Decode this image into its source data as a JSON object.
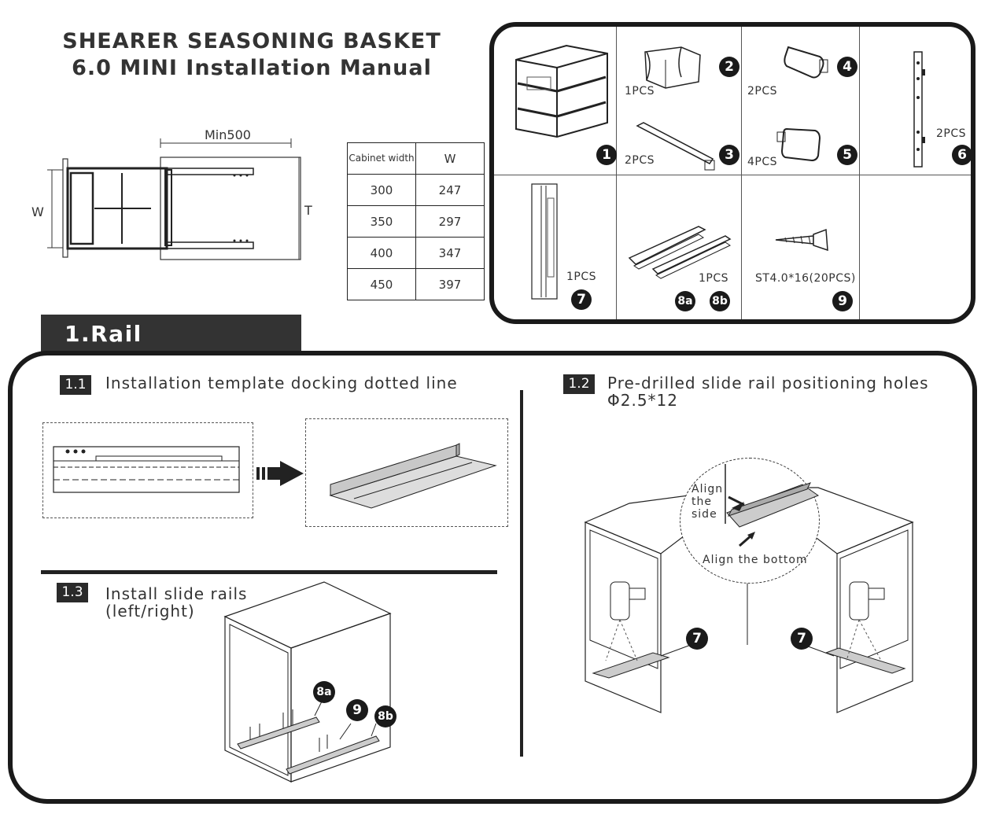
{
  "header": {
    "title_line1": "SHEARER SEASONING BASKET",
    "title_line2": "6.0 MINI Installation Manual"
  },
  "dimension_diagram": {
    "min_label": "Min500",
    "w_label": "W",
    "t_label": "T"
  },
  "cabinet_table": {
    "headers": [
      "Cabinet width",
      "W"
    ],
    "rows": [
      [
        "300",
        "247"
      ],
      [
        "350",
        "297"
      ],
      [
        "400",
        "347"
      ],
      [
        "450",
        "397"
      ]
    ]
  },
  "parts": [
    {
      "num": "1",
      "qty": ""
    },
    {
      "num": "2",
      "qty": "1PCS"
    },
    {
      "num": "3",
      "qty": "2PCS"
    },
    {
      "num": "4",
      "qty": "2PCS"
    },
    {
      "num": "5",
      "qty": "4PCS"
    },
    {
      "num": "6",
      "qty": "2PCS"
    },
    {
      "num": "7",
      "qty": "1PCS"
    },
    {
      "num_a": "8a",
      "num_b": "8b",
      "qty": "1PCS"
    },
    {
      "num": "9",
      "qty": "ST4.0*16(20PCS)"
    }
  ],
  "section": {
    "title": "1.Rail installation",
    "steps": [
      {
        "num": "1.1",
        "text": "Installation template docking dotted line"
      },
      {
        "num": "1.2",
        "text": "Pre-drilled slide rail positioning holes",
        "text2": "Φ2.5*12"
      },
      {
        "num": "1.3",
        "text": "Install slide rails",
        "text2": "(left/right)"
      }
    ],
    "callouts": {
      "align_side_1": "Align",
      "align_side_2": "the",
      "align_side_3": "side",
      "align_bottom": "Align the bottom",
      "num7": "7",
      "num8a": "8a",
      "num8b": "8b",
      "num9": "9"
    }
  }
}
